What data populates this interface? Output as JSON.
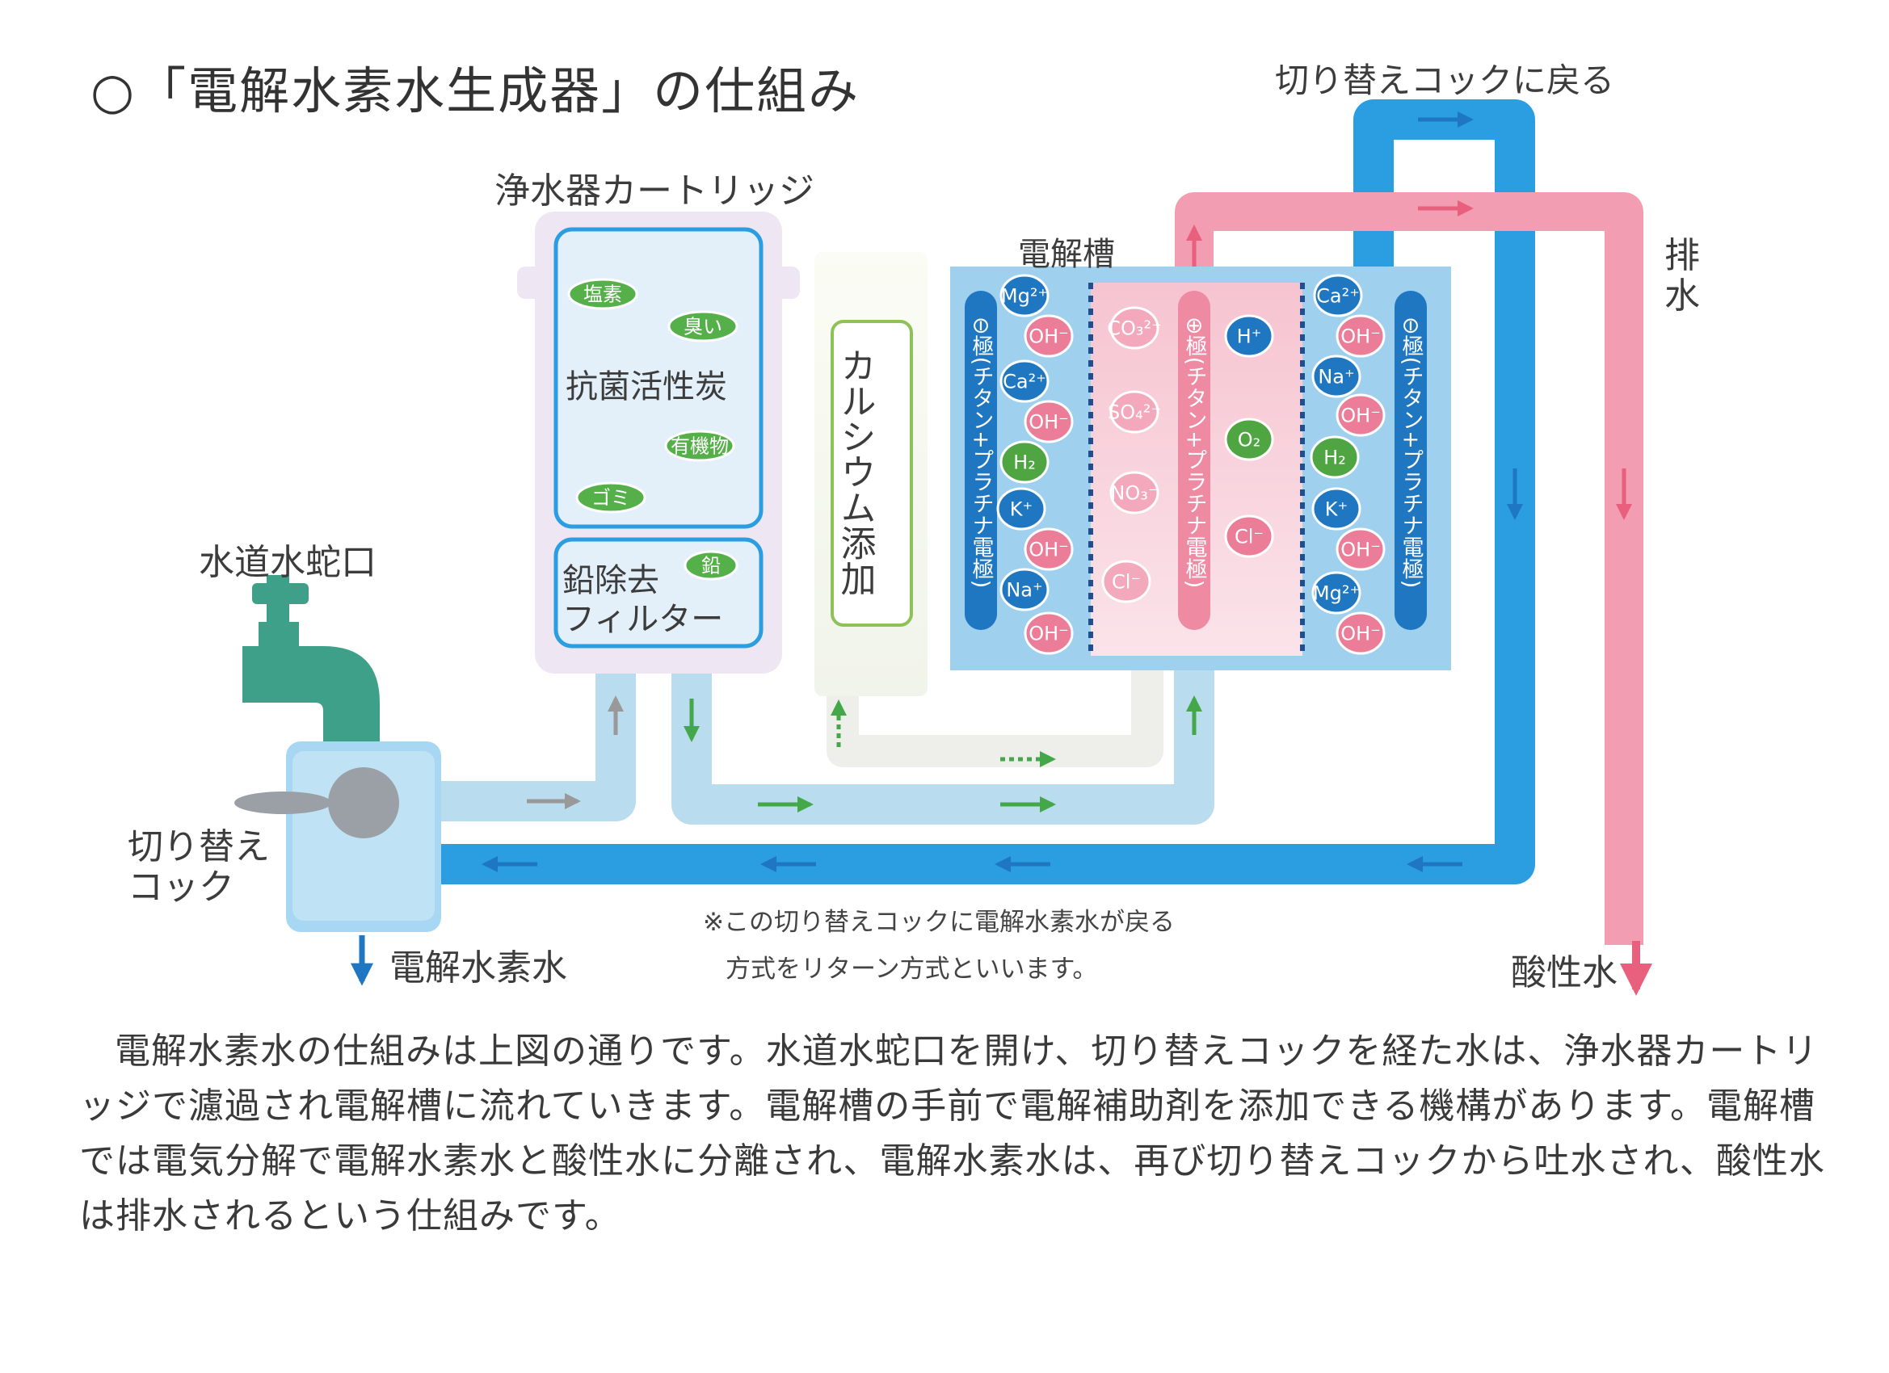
{
  "title": "○「電解水素水生成器」の仕組み",
  "labels": {
    "cartridge": "浄水器カートリッジ",
    "charcoal": "抗菌活性炭",
    "lead_filter_l1": "鉛除去",
    "lead_filter_l2": "フィルター",
    "calcium": "カルシウム添加",
    "electrolytic_cell": "電解槽",
    "faucet": "水道水蛇口",
    "cock_l1": "切り替え",
    "cock_l2": "コック",
    "return_to_cock": "切り替えコックに戻る",
    "drain": "排水",
    "hydrogen_water": "電解水素水",
    "acidic_water": "酸性水",
    "note_l1": "※この切り替えコックに電解水素水が戻る",
    "note_l2": "方式をリターン方式といいます。",
    "electrode_neg_l": "⊖極(チタン+プラチナ電極)",
    "electrode_pos": "⊕極(チタン+プラチナ電極)",
    "electrode_neg_r": "⊖極(チタン+プラチナ電極)"
  },
  "contaminants": [
    "塩素",
    "臭い",
    "有機物",
    "ゴミ"
  ],
  "lead_badge": "鉛",
  "ions_left": [
    "Mg²⁺",
    "OH⁻",
    "Ca²⁺",
    "OH⁻",
    "H₂",
    "K⁺",
    "OH⁻",
    "Na⁺",
    "OH⁻"
  ],
  "ions_center_left": [
    "CO₃²⁻",
    "SO₄²⁻",
    "NO₃⁻",
    "Cl⁻"
  ],
  "ions_center_right": [
    "H⁺",
    "O₂",
    "Cl⁻"
  ],
  "ions_right": [
    "Ca²⁺",
    "OH⁻",
    "Na⁺",
    "OH⁻",
    "H₂",
    "K⁺",
    "OH⁻",
    "Mg²⁺",
    "OH⁻"
  ],
  "paragraph": "電解水素水の仕組みは上図の通りです。水道水蛇口を開け、切り替えコックを経た水は、浄水器カートリッジで濾過され電解槽に流れていきます。電解槽の手前で電解補助剤を添加できる機構があります。電解槽では電気分解で電解水素水と酸性水に分離され、電解水素水は、再び切り替えコックから吐水され、酸性水は排水されるという仕組みです。",
  "colors": {
    "blue_pipe": "#2a9ee0",
    "light_pipe": "#b9dcef",
    "pink_pipe": "#f29db2",
    "green_badge": "#56b04a",
    "faucet": "#3fa08a",
    "cell_bg": "#9fd0ee"
  }
}
